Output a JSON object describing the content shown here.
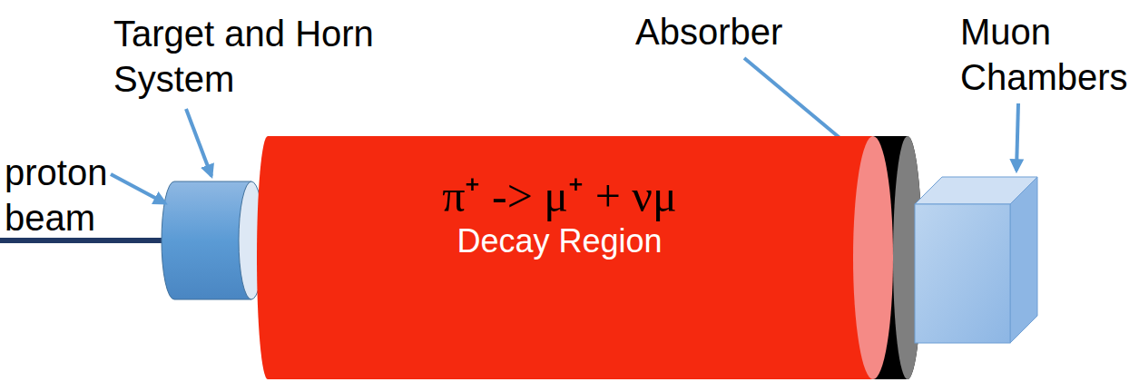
{
  "diagram": {
    "nodes": [
      {
        "text": [
          "π⁺ -> μ⁺ + νμ",
          "Decay Region"
        ]
      }
    ],
    "edges": [],
    "labels": [
      "Target and Horn System",
      "Absorber",
      "Muon Chambers",
      "proton beam"
    ]
  }
}
